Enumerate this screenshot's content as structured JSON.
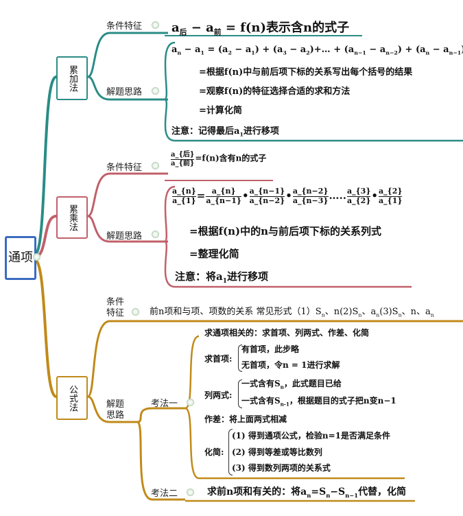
{
  "root": {
    "label": "通项"
  },
  "colors": {
    "root": "#3a6cc0",
    "leijia": "#2a8c86",
    "leicheng": "#c0606a",
    "gongshi": "#c08a1a"
  },
  "leijia": {
    "label": "累加法",
    "cond_label": "条件特征",
    "cond_text": "a_{后} − a_{前} = f(n)表示含n的式子",
    "solve_label": "解题思路",
    "formula": "a_{n} − a_{1} = (a_{2} − a_{1}) + (a_{3} − a_{2})+… + (a_{n−1} − a_{n−2}) + (a_{n} − a_{n−1})",
    "steps": [
      "=根据f(n)中与前后项下标的关系写出每个括号的结果",
      "=观察f(n)的特征选择合适的求和方法",
      "=计算化简"
    ],
    "note": "注意：记得最后a_{1}进行移项"
  },
  "leicheng": {
    "label": "累乘法",
    "cond_label": "条件特征",
    "cond_num": "a_{后}",
    "cond_den": "a_{前}",
    "cond_text": "=f(n)含有n的式子",
    "solve_label": "解题思路",
    "fractions": [
      {
        "num": "a_{n}",
        "den": "a_{1}"
      },
      {
        "num": "a_{n}",
        "den": "a_{n−1}"
      },
      {
        "num": "a_{n−1}",
        "den": "a_{n−2}"
      },
      {
        "num": "a_{n−2}",
        "den": "a_{n−3}"
      },
      {
        "num": "a_{3}",
        "den": "a_{2}"
      },
      {
        "num": "a_{2}",
        "den": "a_{1}"
      }
    ],
    "equals": "=",
    "dot": "•",
    "ellipsis": "…..",
    "steps": [
      "=根据f(n)中的n与前后项下标的关系列式",
      "=整理化简"
    ],
    "note": "注意：将a_{1}进行移项"
  },
  "gongshi": {
    "label": "公式法",
    "cond_label": "条件特征",
    "cond_text": "前n项和与项、项数的关系 常见形式（1）S_{n}、n(2)S_{n}、a_{n}(3)S_{n}、n、a_{n}",
    "solve_label": "解题思路",
    "method1": {
      "label": "考法一",
      "intro": "求通项相关的：求首项、列两式、作差、化简",
      "first_term_label": "求首项:",
      "first_term": [
        "有首项，此步略",
        "无首项，令n = 1进行求解"
      ],
      "two_eq_label": "列两式:",
      "two_eq": [
        "一式含有S_{n}，此式题目已给",
        "一式含有S_{n-1}，根据题目的式子把n变n−1"
      ],
      "diff": "作差：将上面两式相减",
      "simplify_label": "化简:",
      "simplify": [
        "(1) 得到通项公式，检验n=1是否满足条件",
        "(2) 得到等差或等比数列",
        "(3) 得到数列两项的关系式"
      ]
    },
    "method2": {
      "label": "考法二",
      "text": "求前n项和有关的：将a_{n}=S_{n}−S_{n−1}代替，化简"
    }
  }
}
